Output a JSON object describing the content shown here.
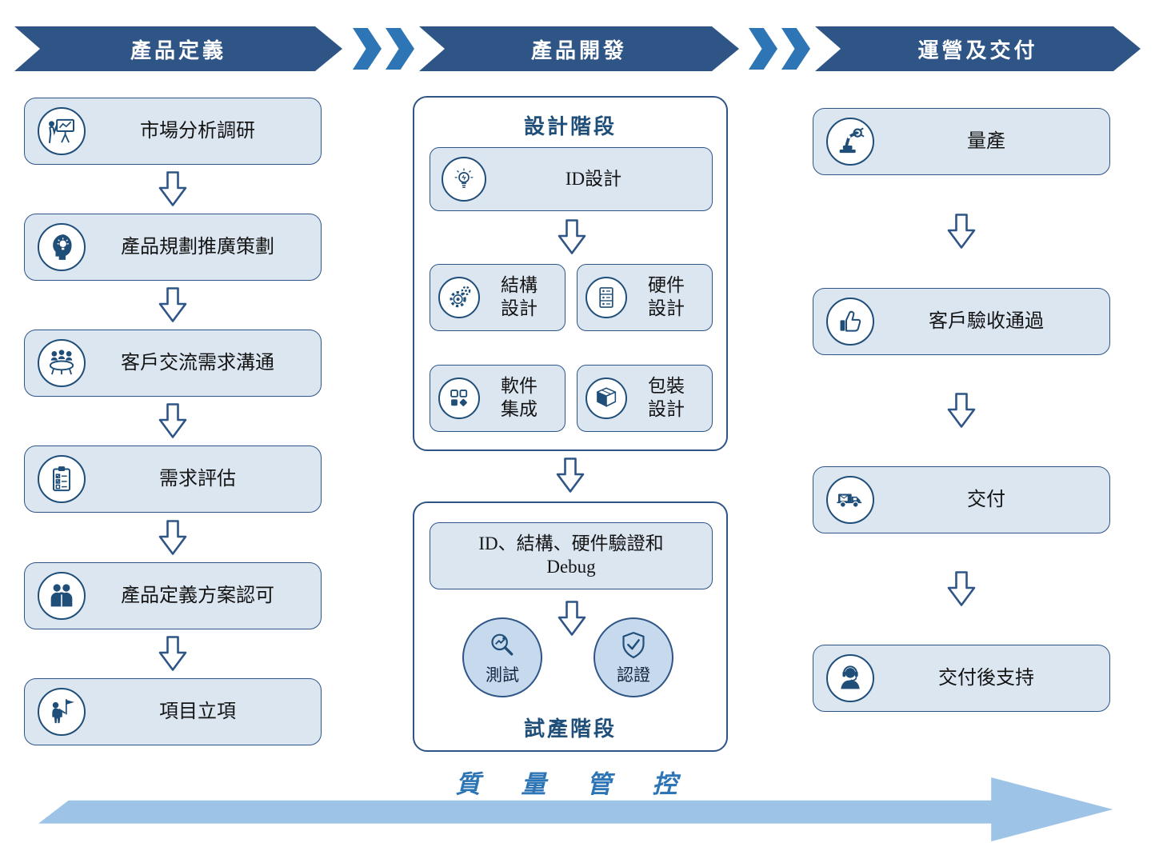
{
  "colors": {
    "header_bg": "#2e5586",
    "separator_chevron": "#2e75b6",
    "card_fill": "#dbe6f1",
    "card_border": "#2e5586",
    "icon_navy": "#1f4e79",
    "badge_fill": "#c6d9ed",
    "quality_text": "#2e75b6",
    "bottom_arrow": "#9dc3e6"
  },
  "headers": [
    {
      "label": "產品定義"
    },
    {
      "label": "產品開發"
    },
    {
      "label": "運營及交付"
    }
  ],
  "left_column": {
    "items": [
      {
        "label": "市場分析調研",
        "icon": "presentation-icon"
      },
      {
        "label": "產品規劃推廣策劃",
        "icon": "idea-head-icon"
      },
      {
        "label": "客戶交流需求溝通",
        "icon": "meeting-icon"
      },
      {
        "label": "需求評估",
        "icon": "checklist-icon"
      },
      {
        "label": "產品定義方案認可",
        "icon": "partnership-icon"
      },
      {
        "label": "項目立項",
        "icon": "flag-bearer-icon"
      }
    ]
  },
  "middle_column": {
    "design_stage": {
      "title": "設計階段",
      "id_design": {
        "label": "ID設計",
        "icon": "lightbulb-icon"
      },
      "cells": [
        {
          "label": "結構\n設計",
          "icon": "gears-icon"
        },
        {
          "label": "硬件\n設計",
          "icon": "server-icon"
        },
        {
          "label": "軟件\n集成",
          "icon": "modules-icon"
        },
        {
          "label": "包裝\n設計",
          "icon": "package-icon"
        }
      ]
    },
    "trial_stage": {
      "title": "試產階段",
      "verification": {
        "label": "ID、結構、硬件驗證和\nDebug"
      },
      "badges": [
        {
          "label": "測試",
          "icon": "magnifier-icon"
        },
        {
          "label": "認證",
          "icon": "shield-check-icon"
        }
      ]
    }
  },
  "right_column": {
    "items": [
      {
        "label": "量產",
        "icon": "robot-arm-icon"
      },
      {
        "label": "客戶驗收通過",
        "icon": "thumbs-up-icon"
      },
      {
        "label": "交付",
        "icon": "delivery-truck-icon"
      },
      {
        "label": "交付後支持",
        "icon": "support-agent-icon"
      }
    ]
  },
  "quality_banner": {
    "label": "質　量　管　控"
  }
}
